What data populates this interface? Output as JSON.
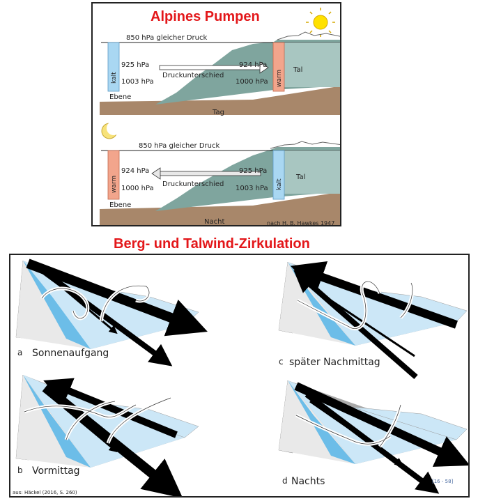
{
  "alpine": {
    "title": "Alpines Pumpen",
    "day": {
      "pressure_line": "850 hPa gleicher Druck",
      "left_column": "kalt",
      "right_column": "warm",
      "p_left_upper": "925 hPa",
      "p_left_lower": "1003 hPa",
      "p_right_upper": "924 hPa",
      "p_right_lower": "1000 hPa",
      "difference": "Druckunterschied",
      "plain": "Ebene",
      "valley": "Tal",
      "caption": "Tag"
    },
    "night": {
      "pressure_line": "850 hPa gleicher Druck",
      "left_column": "warm",
      "right_column": "kalt",
      "p_left_upper": "924 hPa",
      "p_left_lower": "1000 hPa",
      "p_right_upper": "925 hPa",
      "p_right_lower": "1003 hPa",
      "difference": "Druckunterschied",
      "plain": "Ebene",
      "valley": "Tal",
      "caption": "Nacht"
    },
    "credit": "nach H. B. Hawkes 1947",
    "colors": {
      "title": "#e3171a",
      "cold": "#a9d7f2",
      "warm": "#f2a58c",
      "terrain": "#7fa59e",
      "ground": "#a8876a",
      "sun": "#ffe100",
      "moon": "#f7e27a"
    }
  },
  "circulation": {
    "title": "Berg- und Talwind-Zirkulation",
    "panels": [
      {
        "letter": "a",
        "label": "Sonnenaufgang"
      },
      {
        "letter": "b",
        "label": "Vormittag"
      },
      {
        "letter": "c",
        "label": "später Nachmittag"
      },
      {
        "letter": "d",
        "label": "Nachts"
      }
    ],
    "source": "aus: Häckel (2016, S. 260)",
    "page_ref": "[16 - 58]",
    "colors": {
      "sun_slope": "#6cbde8",
      "light_slope": "#cce7f7",
      "shadow_slope": "#a9a9a9",
      "side": "#dcdcdc"
    }
  }
}
